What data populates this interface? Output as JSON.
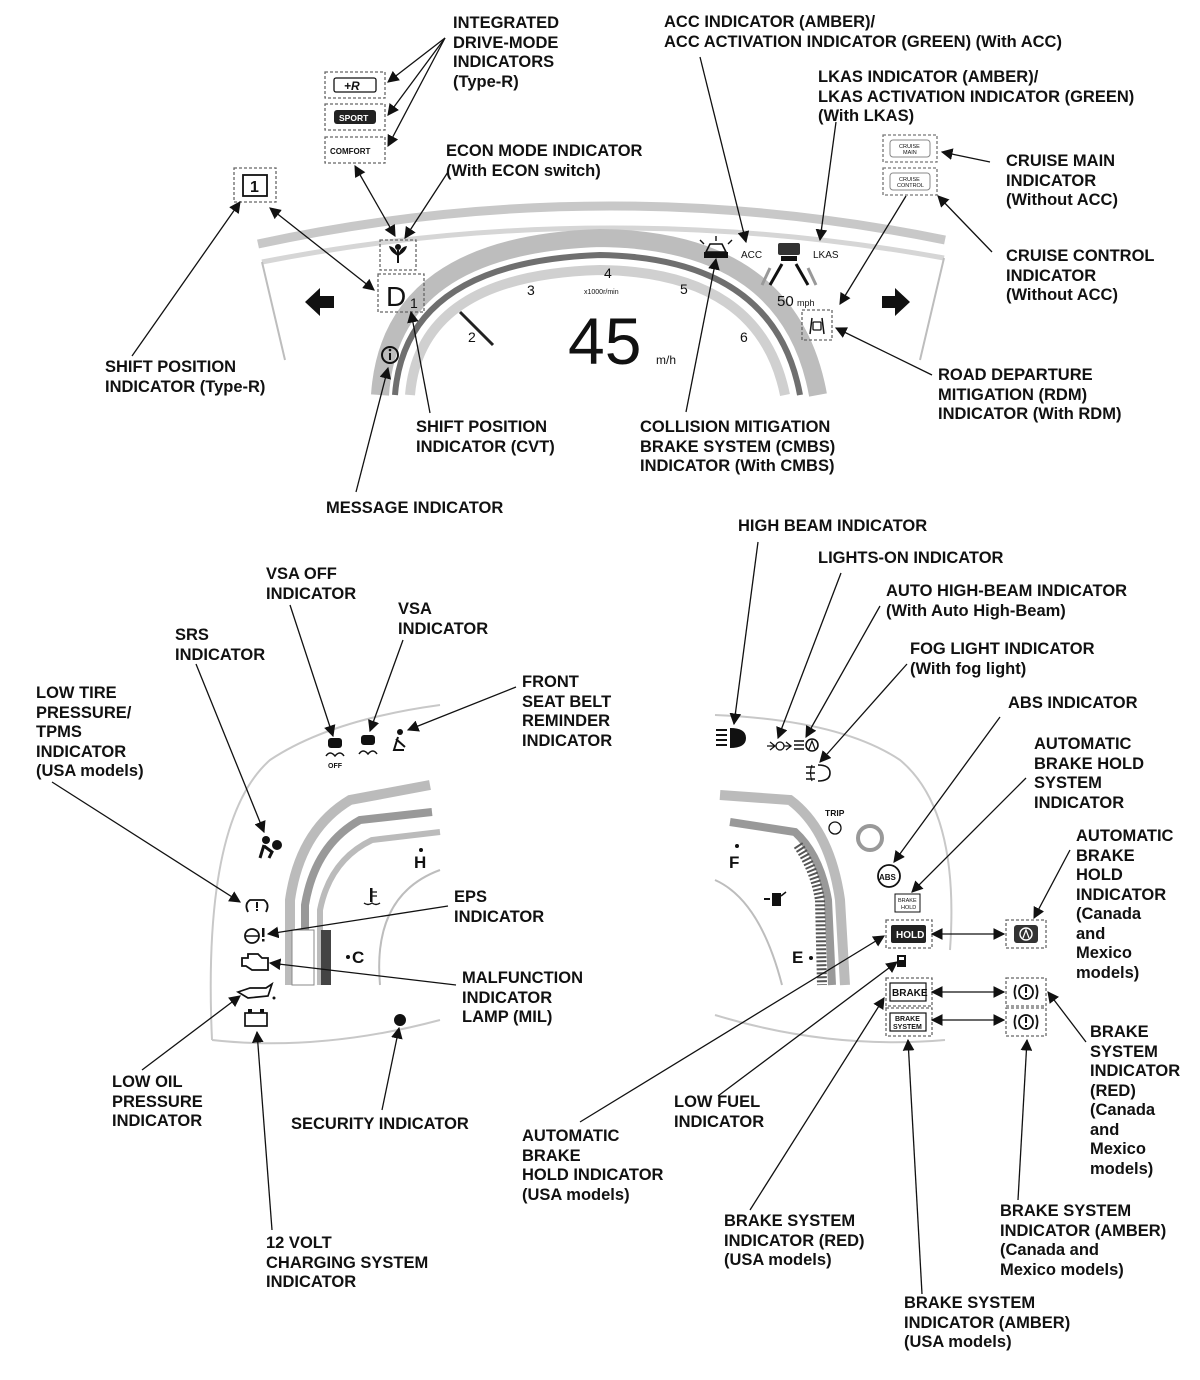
{
  "figure": {
    "speed": "45",
    "speed_unit": "m/h",
    "tach_label": "x1000r/min",
    "tach_numbers": [
      "2",
      "3",
      "4",
      "5",
      "6"
    ],
    "gear": "D",
    "gear_sub": "1",
    "type_r_gear": "1",
    "acc_text": "ACC",
    "lkas_text": "LKAS",
    "set_speed": "50",
    "set_speed_unit": "mph",
    "drive_modes": [
      "+R",
      "SPORT",
      "COMFORT"
    ],
    "cruise_main": [
      "CRUISE",
      "MAIN"
    ],
    "cruise_control": [
      "CRUISE",
      "CONTROL"
    ],
    "fuel_full": "F",
    "fuel_empty": "E",
    "temp_hot": "H",
    "temp_cold": "C",
    "trip": "TRIP",
    "brake_hold_small": [
      "BRAKE",
      "HOLD"
    ],
    "hold": "HOLD",
    "brake": "BRAKE",
    "brake_system": [
      "BRAKE",
      "SYSTEM"
    ],
    "abs": "ABS",
    "vsa_off_sub": "OFF"
  },
  "labels": {
    "integrated_drive_mode": "INTEGRATED\nDRIVE-MODE\nINDICATORS\n(Type-R)",
    "acc_indicator": "ACC INDICATOR (AMBER)/\nACC ACTIVATION INDICATOR (GREEN) (With ACC)",
    "lkas_indicator": "LKAS INDICATOR (AMBER)/\nLKAS ACTIVATION INDICATOR (GREEN)\n(With LKAS)",
    "econ_mode": "ECON MODE INDICATOR\n(With ECON switch)",
    "cruise_main": "CRUISE MAIN\nINDICATOR\n(Without ACC)",
    "cruise_control": "CRUISE CONTROL\nINDICATOR\n(Without ACC)",
    "shift_position_type_r": "SHIFT POSITION\nINDICATOR (Type-R)",
    "rdm": "ROAD DEPARTURE\nMITIGATION (RDM)\nINDICATOR (With RDM)",
    "shift_position_cvt": "SHIFT POSITION\nINDICATOR (CVT)",
    "cmbs": "COLLISION MITIGATION\nBRAKE SYSTEM (CMBS)\nINDICATOR (With CMBS)",
    "message": "MESSAGE INDICATOR",
    "high_beam": "HIGH BEAM INDICATOR",
    "lights_on": "LIGHTS-ON INDICATOR",
    "auto_high_beam": "AUTO HIGH-BEAM INDICATOR\n(With Auto High-Beam)",
    "fog_light": "FOG LIGHT INDICATOR\n(With fog light)",
    "vsa_off": "VSA OFF\nINDICATOR",
    "vsa": "VSA\nINDICATOR",
    "srs": "SRS\nINDICATOR",
    "front_seat_belt": "FRONT\nSEAT BELT\nREMINDER\nINDICATOR",
    "low_tire": "LOW TIRE\nPRESSURE/\nTPMS\nINDICATOR\n(USA models)",
    "abs": "ABS INDICATOR",
    "auto_brake_hold_system": "AUTOMATIC\nBRAKE HOLD\nSYSTEM\nINDICATOR",
    "auto_brake_hold_canada": "AUTOMATIC\nBRAKE\nHOLD\nINDICATOR\n(Canada\nand\nMexico\nmodels)",
    "eps": "EPS\nINDICATOR",
    "mil": "MALFUNCTION\nINDICATOR\nLAMP (MIL)",
    "brake_system_red_canada": "BRAKE\nSYSTEM\nINDICATOR\n(RED)\n(Canada\nand\nMexico\nmodels)",
    "low_oil": "LOW OIL\nPRESSURE\nINDICATOR",
    "low_fuel": "LOW FUEL\nINDICATOR",
    "security": "SECURITY INDICATOR",
    "auto_brake_hold_usa": "AUTOMATIC\nBRAKE\nHOLD INDICATOR\n(USA models)",
    "brake_system_red_usa": "BRAKE SYSTEM\nINDICATOR (RED)\n(USA models)",
    "brake_system_amber_canada": "BRAKE SYSTEM\nINDICATOR (AMBER)\n(Canada and\nMexico models)",
    "charging": "12 VOLT\nCHARGING SYSTEM\nINDICATOR",
    "brake_system_amber_usa": "BRAKE SYSTEM\nINDICATOR (AMBER)\n(USA models)"
  }
}
